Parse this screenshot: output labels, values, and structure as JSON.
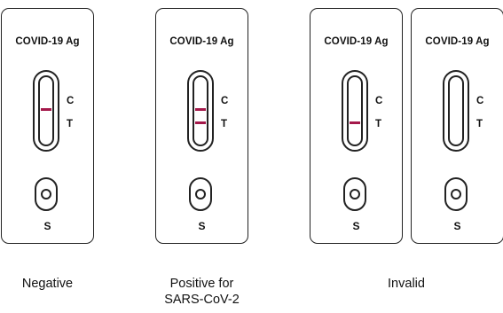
{
  "cassettes": [
    {
      "title": "COVID-19 Ag",
      "control_label": "C",
      "test_label": "T",
      "sample_label": "S",
      "control_line_visible": true,
      "test_line_visible": false
    },
    {
      "title": "COVID-19 Ag",
      "control_label": "C",
      "test_label": "T",
      "sample_label": "S",
      "control_line_visible": true,
      "test_line_visible": true
    },
    {
      "title": "COVID-19 Ag",
      "control_label": "C",
      "test_label": "T",
      "sample_label": "S",
      "control_line_visible": false,
      "test_line_visible": true
    },
    {
      "title": "COVID-19 Ag",
      "control_label": "C",
      "test_label": "T",
      "sample_label": "S",
      "control_line_visible": false,
      "test_line_visible": false
    }
  ],
  "groups": {
    "negative": "Negative",
    "positive_line1": "Positive for",
    "positive_line2": "SARS-CoV-2",
    "invalid": "Invalid"
  },
  "colors": {
    "result_line": "#a4184a",
    "outline": "#222222"
  }
}
